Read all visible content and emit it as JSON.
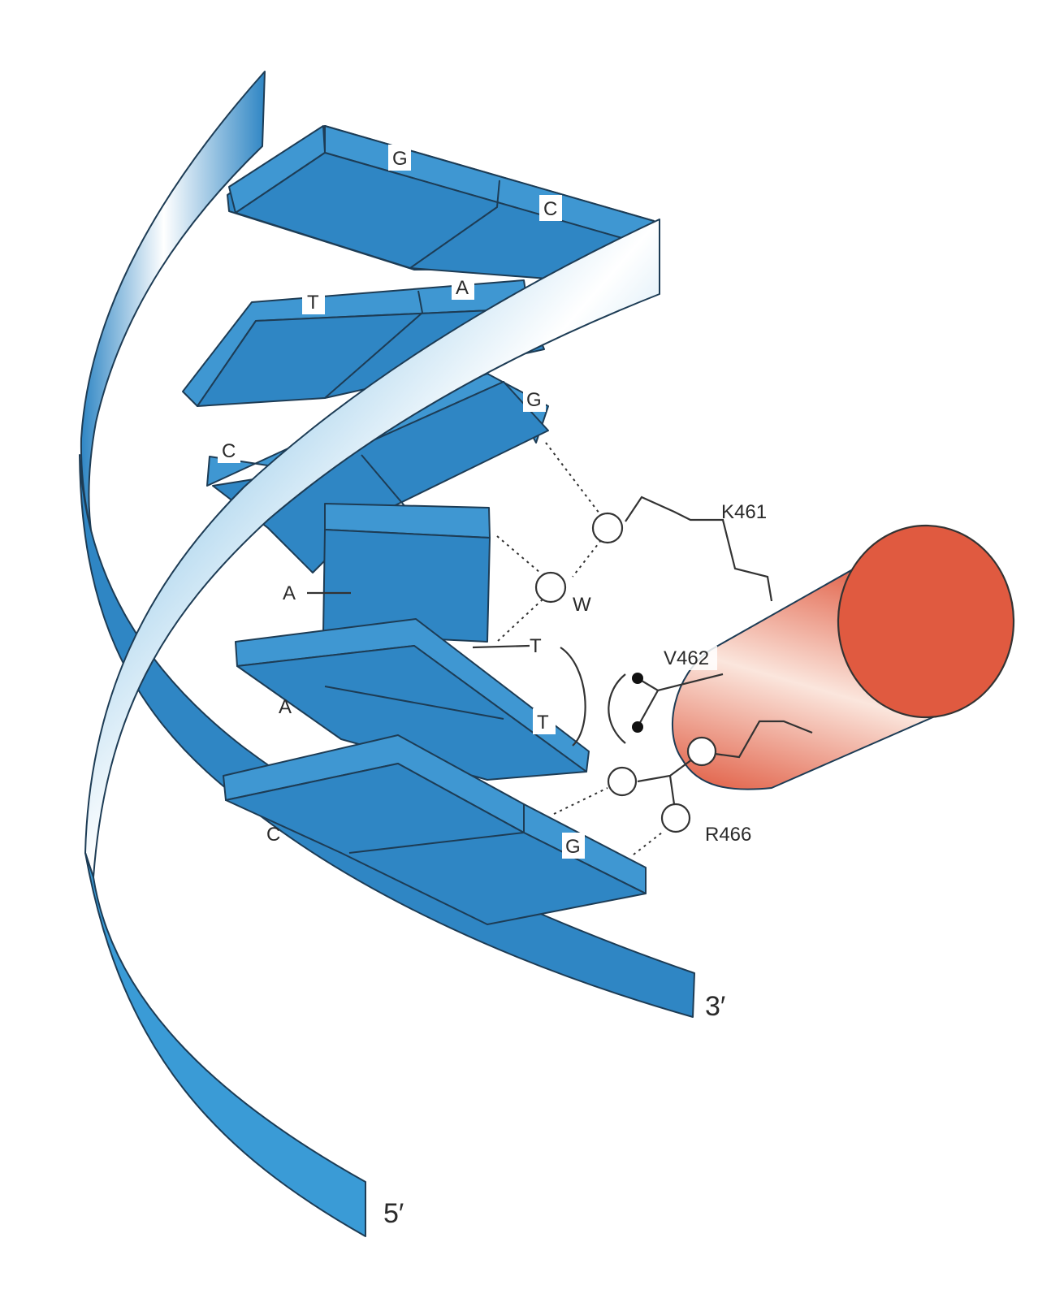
{
  "colors": {
    "helix_blue": "#3a9bd6",
    "base_top": "#3f97d2",
    "base_side": "#2f86c4",
    "protein_helix": "#e05a40"
  },
  "strands": {
    "five_prime": "5′",
    "three_prime": "3′"
  },
  "base_pairs": [
    {
      "left": "G",
      "right": "C"
    },
    {
      "left": "T",
      "right": "A"
    },
    {
      "left": "C",
      "right": "G"
    },
    {
      "left": "A",
      "right": "T"
    },
    {
      "left": "A",
      "right": "T"
    },
    {
      "left": "C",
      "right": "G"
    }
  ],
  "interactions": {
    "water": "W",
    "residues": [
      "K461",
      "V462",
      "R466"
    ]
  }
}
